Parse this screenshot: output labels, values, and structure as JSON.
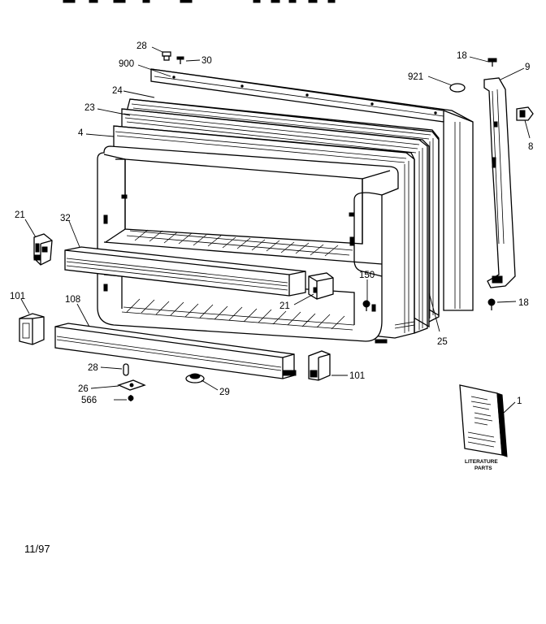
{
  "labels": {
    "p28a": "28",
    "p30": "30",
    "p900": "900",
    "p24": "24",
    "p23": "23",
    "p4": "4",
    "p21a": "21",
    "p32": "32",
    "p101a": "101",
    "p108": "108",
    "p28b": "28",
    "p26": "26",
    "p566": "566",
    "p29": "29",
    "p101b": "101",
    "p21b": "21",
    "p150": "150",
    "p25": "25",
    "p18a": "18",
    "p921": "921",
    "p9": "9",
    "p8": "8",
    "p18b": "18",
    "p1": "1"
  },
  "literature": {
    "line1": "LITERATURE",
    "line2": "PARTS"
  },
  "date": "11/97"
}
